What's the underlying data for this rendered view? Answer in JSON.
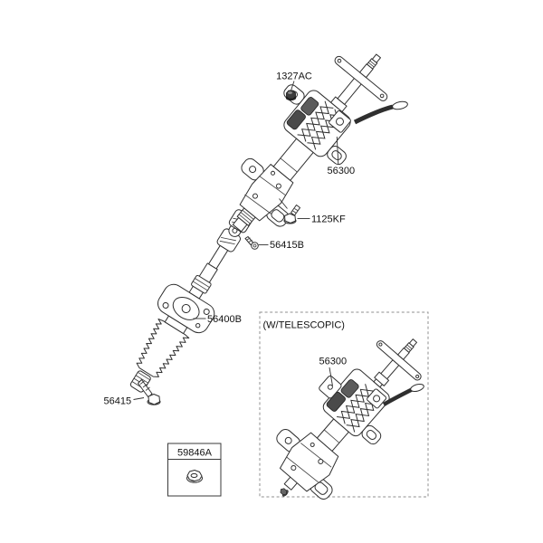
{
  "canvas": {
    "background": "#ffffff",
    "ink": "#2f2f2f"
  },
  "main_view": {
    "callouts": [
      {
        "id": "1327AC",
        "part": "nut"
      },
      {
        "id": "56300",
        "part": "column-and-housing-assembly"
      },
      {
        "id": "1125KF",
        "part": "bolt"
      },
      {
        "id": "56415B",
        "part": "screw"
      },
      {
        "id": "56400B",
        "part": "intermediate-shaft-and-joint-assembly"
      },
      {
        "id": "56415",
        "part": "bolt"
      }
    ],
    "inset_box": {
      "label": "59846A",
      "part": "nut"
    }
  },
  "variant_view": {
    "caption": "(W/TELESCOPIC)",
    "border_color": "#8f8f8f",
    "callouts": [
      {
        "id": "56300",
        "part": "column-and-housing-assembly"
      }
    ]
  }
}
